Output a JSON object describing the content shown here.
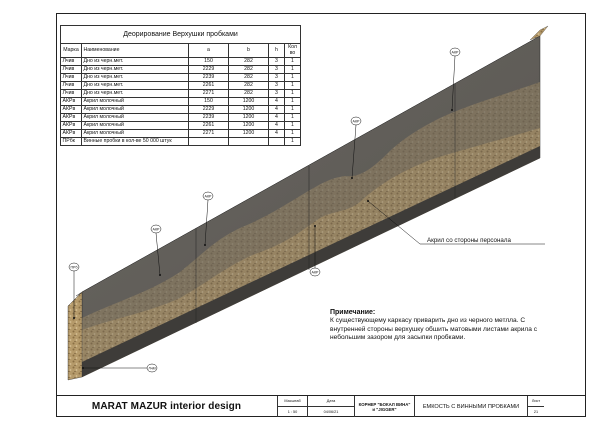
{
  "table": {
    "title": "Деорирование Верхушки пробками",
    "headers": [
      "Марка",
      "Наименование",
      "a",
      "b",
      "h",
      "Кол во"
    ],
    "rows": [
      [
        "Лчив",
        "Дно из черн.мет.",
        "150",
        "282",
        "3",
        "1"
      ],
      [
        "Лчив",
        "Дно из черн.мет.",
        "2229",
        "282",
        "3",
        "1"
      ],
      [
        "Лчив",
        "Дно из черн.мет.",
        "2239",
        "282",
        "3",
        "1"
      ],
      [
        "Лчив",
        "Дно из черн.мет.",
        "2261",
        "282",
        "3",
        "1"
      ],
      [
        "Лчив",
        "Дно из черн.мет.",
        "2271",
        "282",
        "3",
        "1"
      ],
      [
        "АКРв",
        "Акрил молочный",
        "150",
        "1200",
        "4",
        "1"
      ],
      [
        "АКРв",
        "Акрил молочный",
        "2229",
        "1200",
        "4",
        "1"
      ],
      [
        "АКРв",
        "Акрил молочный",
        "2239",
        "1200",
        "4",
        "1"
      ],
      [
        "АКРв",
        "Акрил молочный",
        "2261",
        "1200",
        "4",
        "1"
      ],
      [
        "АКРв",
        "Акрил молочный",
        "2271",
        "1200",
        "4",
        "1"
      ],
      [
        "ПРбк",
        "Винные пробки в кол-ве 50 000 штук",
        "",
        "",
        "",
        "1"
      ]
    ]
  },
  "callout": {
    "text": "Акрил со стороны персонала"
  },
  "tags": {
    "top": "АКР",
    "mid_upper": "АКР",
    "mid": "АКР",
    "left_upper": "АКР",
    "left_mid": "АКР",
    "lower": "АКР",
    "left_low": "ПРб",
    "bottom": "ЛчМ"
  },
  "note": {
    "title": "Примечание:",
    "body": "К существующему каркасу приварить дно из черного метлла. С внутренней стороны верхушку обшить матовыми листами акрила с небольшим зазором для засыпки пробками."
  },
  "title_block": {
    "brand": "MARAT MAZUR interior design",
    "scale_label": "Масштаб",
    "scale_value": "1 : 50",
    "date_label": "Дата",
    "date_value": "04/06/21",
    "project": "КОРНЕР \"БОКАЛ ВИНА\" и \"JIGGER\"",
    "sheet_title": "ЕМКОСТЬ С ВИННЫМИ ПРОБКАМИ",
    "sheet_label": "Лист",
    "sheet_value": "21"
  }
}
